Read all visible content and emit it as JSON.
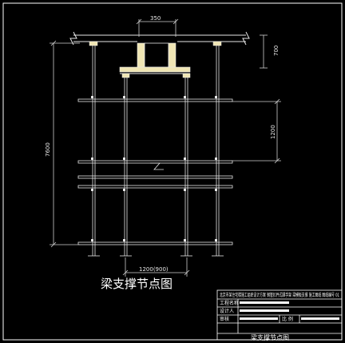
{
  "drawing": {
    "caption": "梁支撑节点图",
    "dimensions": {
      "beam_width": "350",
      "beam_depth": "700",
      "total_height": "7600",
      "step_spacing": "1200",
      "bottom_spacing": "1200(900)"
    }
  },
  "title_block": {
    "header_text": "北京市某住宅楼施工组织设计方案 钢管扣件式脚手架 梁模板支撑 施工图纸 图纸编号 01",
    "row1_label": "工程名称",
    "row2_label": "设计人",
    "row3_label": "审核",
    "row3_right_label": "比 例",
    "footer_title": "梁支撑节点图"
  },
  "colors": {
    "background": "#000000",
    "lines": "#e6e6e6",
    "fills": "#f0e6b4",
    "dimension": "#cfcfcf",
    "frame": "#ffffff"
  }
}
